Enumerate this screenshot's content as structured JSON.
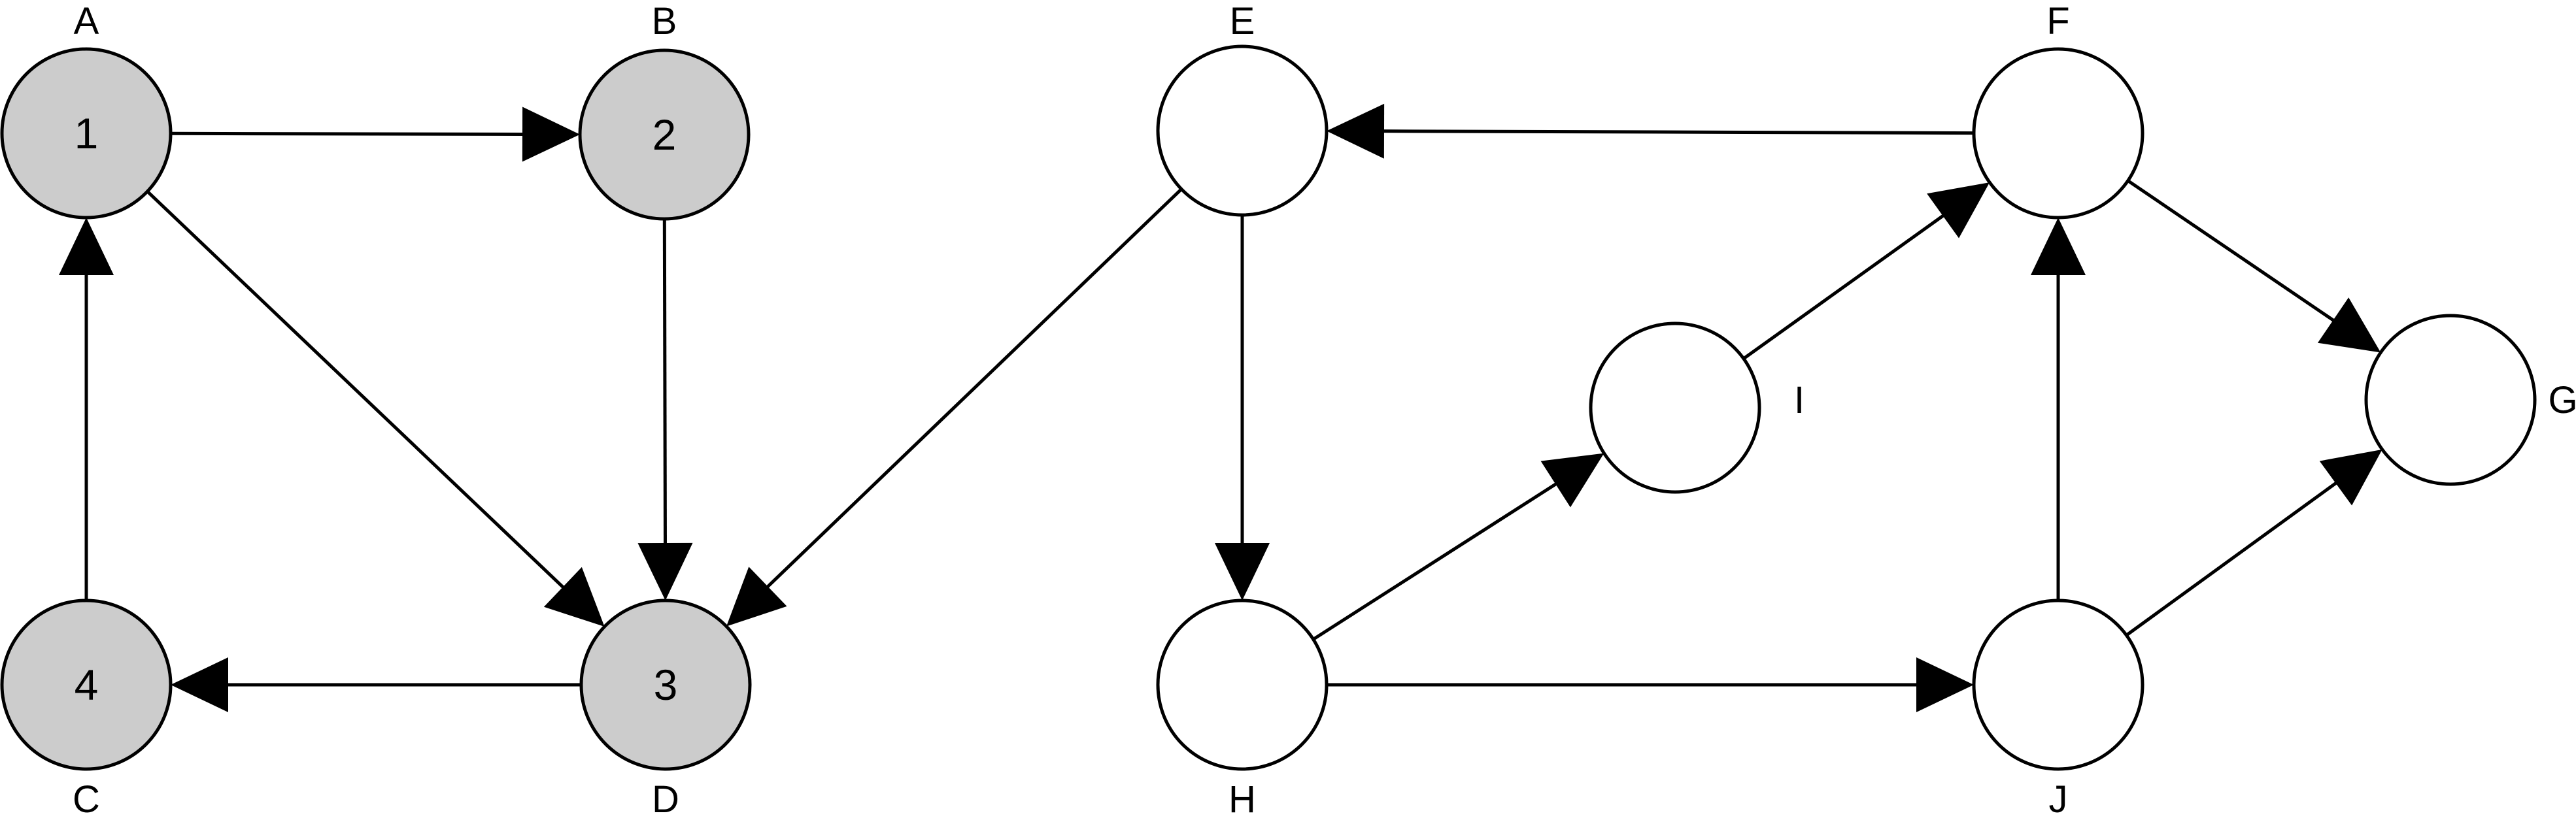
{
  "diagram": {
    "type": "directed-graph",
    "colors": {
      "visited_fill": "#cccccc",
      "unvisited_fill": "#ffffff",
      "stroke": "#000000"
    },
    "nodes": [
      {
        "id": "A",
        "label": "A",
        "inner_text": "1",
        "visited": true
      },
      {
        "id": "B",
        "label": "B",
        "inner_text": "2",
        "visited": true
      },
      {
        "id": "D",
        "label": "D",
        "inner_text": "3",
        "visited": true
      },
      {
        "id": "C",
        "label": "C",
        "inner_text": "4",
        "visited": true
      },
      {
        "id": "E",
        "label": "E",
        "inner_text": "",
        "visited": false
      },
      {
        "id": "F",
        "label": "F",
        "inner_text": "",
        "visited": false
      },
      {
        "id": "G",
        "label": "G",
        "inner_text": "",
        "visited": false
      },
      {
        "id": "H",
        "label": "H",
        "inner_text": "",
        "visited": false
      },
      {
        "id": "I",
        "label": "I",
        "inner_text": "",
        "visited": false
      },
      {
        "id": "J",
        "label": "J",
        "inner_text": "",
        "visited": false
      }
    ],
    "edges": [
      {
        "from": "A",
        "to": "B"
      },
      {
        "from": "A",
        "to": "D"
      },
      {
        "from": "B",
        "to": "D"
      },
      {
        "from": "D",
        "to": "C"
      },
      {
        "from": "C",
        "to": "A"
      },
      {
        "from": "E",
        "to": "D"
      },
      {
        "from": "F",
        "to": "E"
      },
      {
        "from": "E",
        "to": "H"
      },
      {
        "from": "H",
        "to": "I"
      },
      {
        "from": "H",
        "to": "J"
      },
      {
        "from": "I",
        "to": "F"
      },
      {
        "from": "J",
        "to": "F"
      },
      {
        "from": "F",
        "to": "G"
      },
      {
        "from": "J",
        "to": "G"
      }
    ]
  }
}
